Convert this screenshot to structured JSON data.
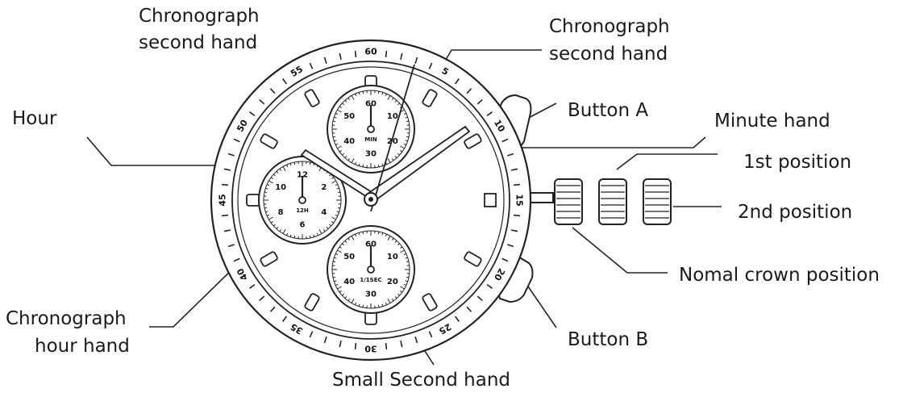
{
  "labels": {
    "chrono_second_left": [
      "Chronograph",
      "second hand"
    ],
    "chrono_second_right": [
      "Chronograph",
      "second hand"
    ],
    "hour": "Hour",
    "button_a": "Button A",
    "minute_hand": "Minute hand",
    "first_position": "1st position",
    "second_position": "2nd position",
    "normal_crown": "Nomal crown position",
    "chrono_hour": [
      "Chronograph",
      "hour hand"
    ],
    "button_b": "Button B",
    "small_second": "Small Second hand"
  },
  "bezel_numbers": [
    "60",
    "5",
    "10",
    "15",
    "20",
    "25",
    "30",
    "35",
    "40",
    "45",
    "50",
    "55"
  ],
  "subdials": {
    "top": {
      "numbers": [
        "60",
        "10",
        "20",
        "30",
        "40",
        "50"
      ],
      "caption": "MIN"
    },
    "left": {
      "numbers": [
        "12",
        "2",
        "4",
        "6",
        "8",
        "10"
      ],
      "caption": "12H"
    },
    "bottom": {
      "numbers": [
        "60",
        "10",
        "20",
        "30",
        "40",
        "50"
      ],
      "caption": "1/1SEC"
    }
  }
}
